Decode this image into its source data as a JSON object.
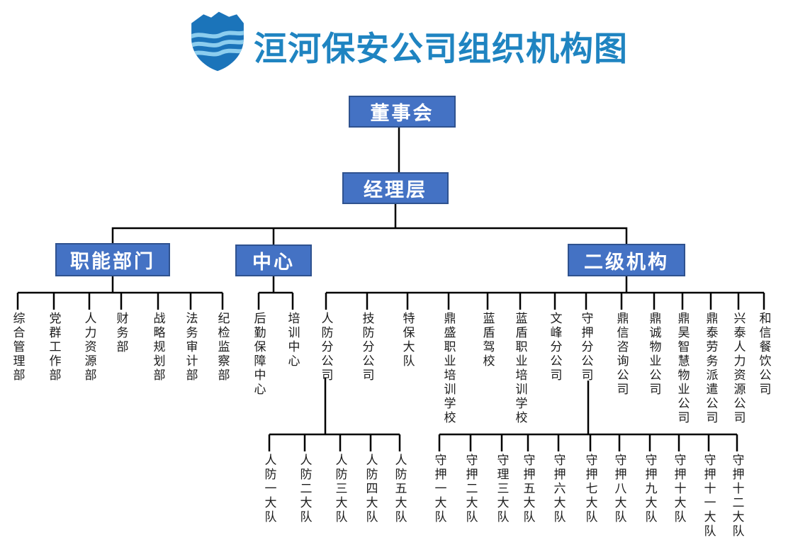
{
  "header": {
    "title": "洹河保安公司组织机构图",
    "logo_icon": "shield-with-waves"
  },
  "colors": {
    "title_text": "#1f84c1",
    "box_fill": "#4472c4",
    "box_border": "#2f528f",
    "box_text": "#ffffff",
    "connector_line": "#000000",
    "label_text": "#1c1c1c",
    "logo_blue": "#1b74ba",
    "logo_wave": "#8ccdee"
  },
  "org": {
    "board": {
      "label": "董事会"
    },
    "management": {
      "label": "经理层"
    },
    "functional": {
      "label": "职能部门",
      "children": [
        "综合管理部",
        "党群工作部",
        "人力资源部",
        "财务部",
        "战略规划部",
        "法务审计部",
        "纪检监察部"
      ]
    },
    "center": {
      "label": "中心",
      "children": [
        "后勤保障中心",
        "培训中心"
      ]
    },
    "secondary": {
      "label": "二级机构",
      "children": [
        "人防分公司",
        "技防分公司",
        "特保大队",
        "鼎盛职业培训学校",
        "蓝盾驾校",
        "蓝盾职业培训学校",
        "文峰分公司",
        "守押分公司",
        "鼎信咨询公司",
        "鼎诚物业公司",
        "鼎昊智慧物业公司",
        "鼎泰劳务派遣公司",
        "兴泰人力资源公司",
        "和信餐饮公司"
      ]
    },
    "renfang_teams": [
      "人防一大队",
      "人防二大队",
      "人防三大队",
      "人防四大队",
      "人防五大队"
    ],
    "shouya_teams": [
      "守押一大队",
      "守押二大队",
      "守理三大队",
      "守押五大队",
      "守押六大队",
      "守押七大队",
      "守押八大队",
      "守押九大队",
      "守押十大队",
      "守押十一大队",
      "守押十二大队"
    ]
  }
}
